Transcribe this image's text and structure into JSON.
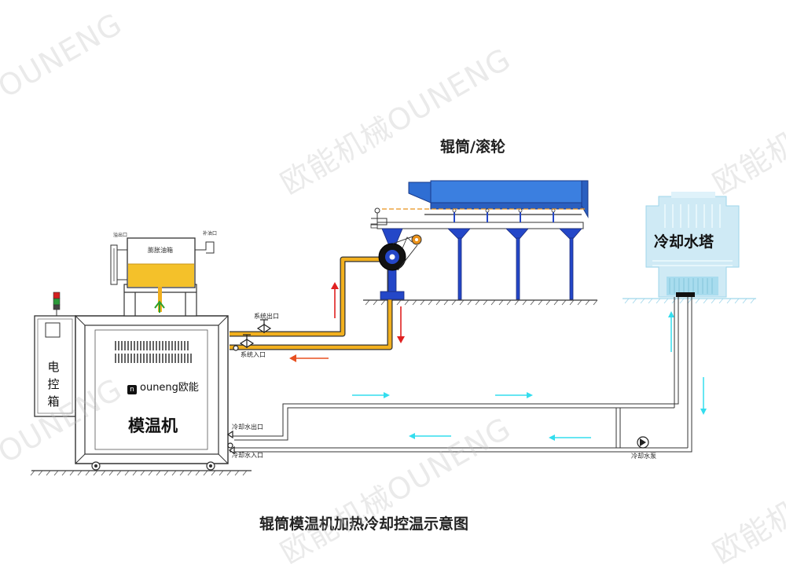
{
  "diagram": {
    "title_top": "辊筒/滚轮",
    "title_bottom": "辊筒模温机加热冷却控温示意图",
    "cooling_tower_label": "冷却水塔",
    "machine_label": "模温机",
    "brand_text": "ouneng欧能",
    "control_box_chars": [
      "电",
      "控",
      "箱"
    ],
    "expansion_tank_label": "膨胀油箱",
    "expansion_tank_small_left": "溢出口",
    "expansion_tank_small_right": "补油口",
    "system_outlet": "系统出口",
    "system_inlet": "系统入口",
    "cooling_water_outlet": "冷却水出口",
    "cooling_water_inlet": "冷却水入口",
    "cooling_pump": "冷却水泵",
    "watermark_main": "欧能机械OUNENG",
    "watermark_secondary": "OUNENG",
    "watermark_cn": "欧能机"
  },
  "colors": {
    "oil_pipe": "#f2b01e",
    "hot_arrow": "#e02020",
    "return_arrow": "#e85020",
    "cold_arrow": "#33ddee",
    "roller_frame": "#2447c8",
    "tank_oil": "#f4c12a",
    "tower_fill": "#cfeaf5"
  },
  "icons": {
    "pump": "pump-icon",
    "valve": "valve-icon",
    "signal_light": "signal-light-icon"
  }
}
